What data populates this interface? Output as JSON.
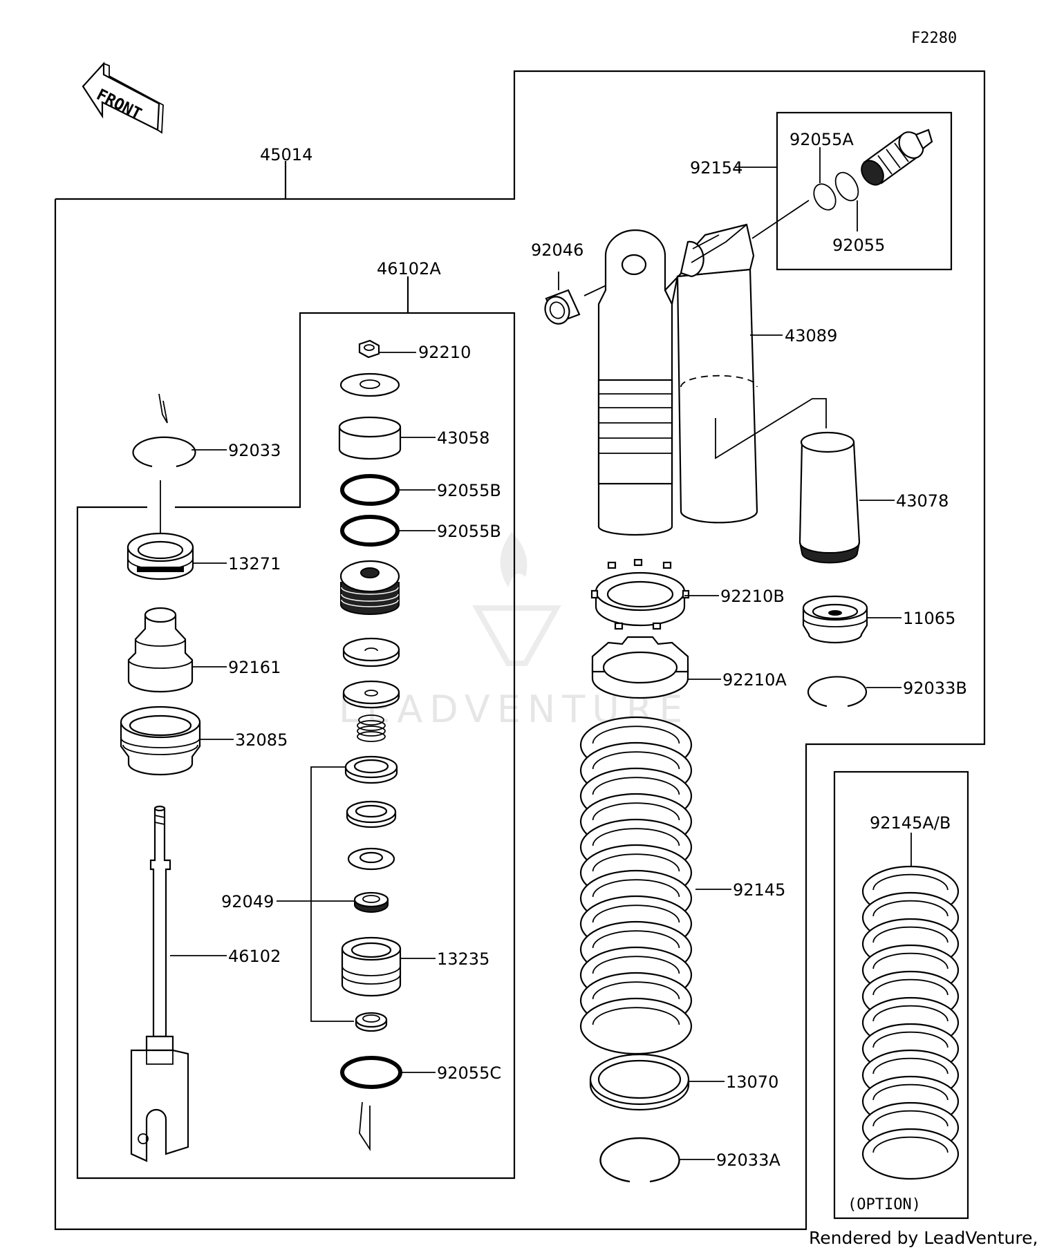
{
  "figure_code": "F2280",
  "front_label": "FRONT",
  "watermark": "LEADVENTURE",
  "footer": "Rendered by LeadVenture, Inc.",
  "option_label": "(OPTION)",
  "parts": [
    {
      "id": "45014"
    },
    {
      "id": "46102A"
    },
    {
      "id": "92210"
    },
    {
      "id": "43058"
    },
    {
      "id": "92055B"
    },
    {
      "id": "92055B"
    },
    {
      "id": "92033"
    },
    {
      "id": "13271"
    },
    {
      "id": "92161"
    },
    {
      "id": "32085"
    },
    {
      "id": "92049"
    },
    {
      "id": "13235"
    },
    {
      "id": "92055C"
    },
    {
      "id": "46102"
    },
    {
      "id": "92154"
    },
    {
      "id": "92055A"
    },
    {
      "id": "92055"
    },
    {
      "id": "92046"
    },
    {
      "id": "43089"
    },
    {
      "id": "43078"
    },
    {
      "id": "92210B"
    },
    {
      "id": "11065"
    },
    {
      "id": "92210A"
    },
    {
      "id": "92033B"
    },
    {
      "id": "92145"
    },
    {
      "id": "13070"
    },
    {
      "id": "92033A"
    },
    {
      "id": "92145A/B"
    }
  ],
  "colors": {
    "line": "#000000",
    "background": "#ffffff",
    "watermark": "#e6e6e6"
  }
}
